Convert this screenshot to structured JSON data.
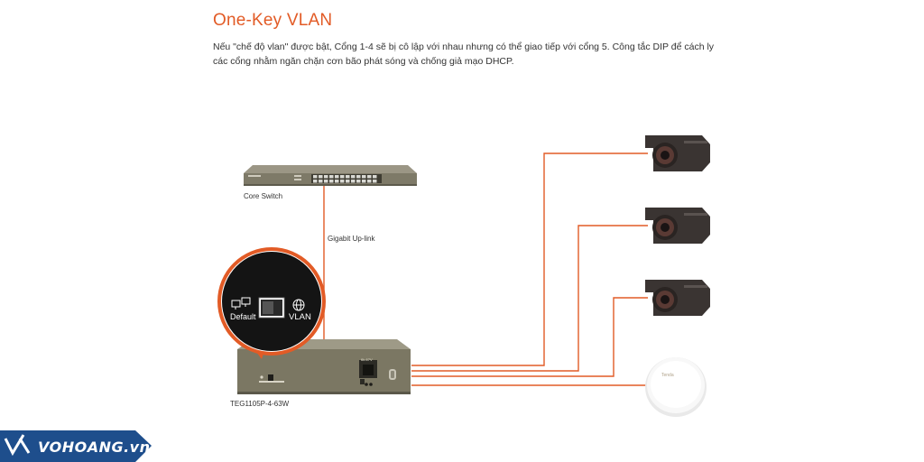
{
  "header": {
    "title": "One-Key VLAN",
    "description": "Nếu \"chế độ vlan\" được bật, Cổng 1-4 sẽ bị cô lập với nhau nhưng có thể giao tiếp với cổng 5. Công tắc DIP để cách ly các cổng nhằm ngăn chặn cơn bão phát sóng và chống giả mạo DHCP."
  },
  "diagram": {
    "core_switch_label": "Core Switch",
    "uplink_label": "Gigabit Up-link",
    "switch_model_label": "TEG1105P-4-63W",
    "dip_default_label": "Default",
    "dip_vlan_label": "VLAN",
    "ap_brand": "Tenda",
    "port_label": "6k-67V",
    "link_color": "#e25b26"
  },
  "watermark": {
    "text": "VOHOANG.vn"
  }
}
